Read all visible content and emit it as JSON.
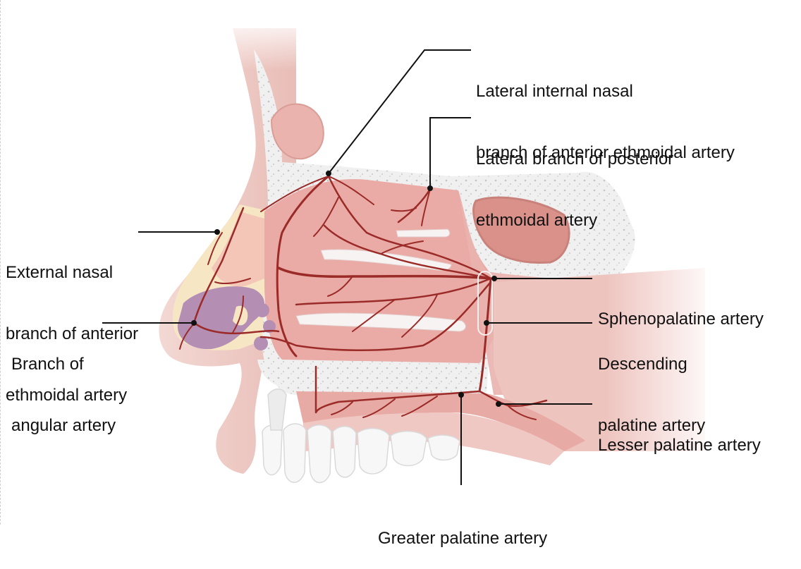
{
  "labels": {
    "lateral_internal_nasal": {
      "line1": "Lateral internal nasal",
      "line2": "branch of anterior ethmoidal artery"
    },
    "lateral_posterior_ethmoidal": {
      "line1": "Lateral branch of posterior",
      "line2": "ethmoidal artery"
    },
    "external_nasal": {
      "line1": "External nasal",
      "line2": "branch of anterior",
      "line3": "ethmoidal artery"
    },
    "angular": {
      "line1": "Branch of",
      "line2": "angular artery"
    },
    "sphenopalatine": {
      "line1": "Sphenopalatine artery"
    },
    "descending_palatine": {
      "line1": "Descending",
      "line2": "palatine artery"
    },
    "lesser_palatine": {
      "line1": "Lesser palatine artery"
    },
    "greater_palatine": {
      "line1": "Greater palatine artery"
    }
  },
  "colors": {
    "skin": "#f1d6d2",
    "skin_dark": "#e4b3ad",
    "cartilage": "#f6e6c4",
    "bone": "#efefef",
    "bone_dots": "#c9c9c9",
    "mucosa": "#e9a9a4",
    "mucosa_light": "#f3c9c4",
    "turbinate": "#f6f3f2",
    "vestibule": "#b794b6",
    "artery": "#9b2b28",
    "teeth": "#f7f7f7",
    "line": "#111111"
  }
}
